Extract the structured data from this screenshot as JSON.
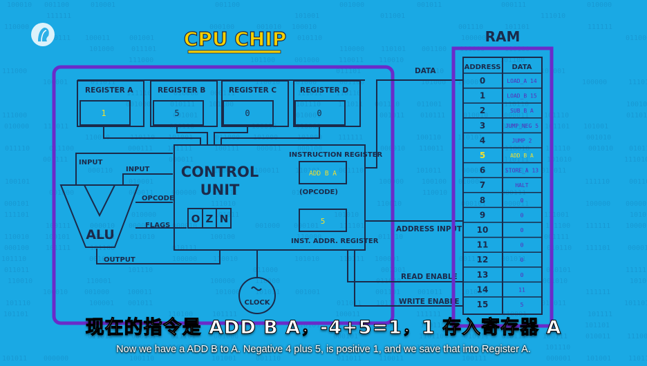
{
  "title": "CPU CHIP",
  "ram_title": "RAM",
  "registers": [
    {
      "label": "REGISTER A",
      "value": "1"
    },
    {
      "label": "REGISTER B",
      "value": "5"
    },
    {
      "label": "REGISTER C",
      "value": "0"
    },
    {
      "label": "REGISTER D",
      "value": "0"
    }
  ],
  "control_unit": {
    "line1": "CONTROL",
    "line2": "UNIT"
  },
  "instruction_register": {
    "label": "INSTRUCTION REGISTER",
    "value": "ADD B A",
    "opcode_label": "(OPCODE)"
  },
  "inst_addr_register": {
    "label": "INST. ADDR. REGISTER",
    "value": "5"
  },
  "flags": [
    "O",
    "Z",
    "N"
  ],
  "alu": {
    "name": "ALU",
    "input1": "INPUT",
    "input2": "INPUT",
    "opcode": "OPCODE",
    "flags": "FLAGS",
    "output": "OUTPUT"
  },
  "clock_label": "CLOCK",
  "bus_labels": {
    "data": "DATA",
    "address_input": "ADDRESS INPUT",
    "read_enable": "READ ENABLE",
    "write_enable": "WRITE ENABLE"
  },
  "ram": {
    "col_address": "ADDRESS",
    "col_data": "DATA",
    "rows": [
      {
        "address": "0",
        "data": "LOAD_A 14"
      },
      {
        "address": "1",
        "data": "LOAD_B 15"
      },
      {
        "address": "2",
        "data": "SUB B A"
      },
      {
        "address": "3",
        "data": "JUMP_NEG 5"
      },
      {
        "address": "4",
        "data": "JUMP 2"
      },
      {
        "address": "5",
        "data": "ADD B A"
      },
      {
        "address": "6",
        "data": "STORE_A 13"
      },
      {
        "address": "7",
        "data": "HALT"
      },
      {
        "address": "8",
        "data": "0"
      },
      {
        "address": "9",
        "data": "0"
      },
      {
        "address": "10",
        "data": "0"
      },
      {
        "address": "11",
        "data": "0"
      },
      {
        "address": "12",
        "data": "0"
      },
      {
        "address": "13",
        "data": "0"
      },
      {
        "address": "14",
        "data": "11"
      },
      {
        "address": "15",
        "data": "5"
      }
    ],
    "highlight_index": 5
  },
  "subtitle_zh": "现在的指令是 ADD B A，-4+5=1，1 存入寄存器 A",
  "subtitle_en": "Now we have a ADD B to A. Negative 4 plus 5, is positive 1, and we save that into Register A.",
  "colors": {
    "background": "#1aa9e4",
    "line": "#1b2a4a",
    "accent_purple": "#6a2bc9",
    "title_yellow": "#f5d000",
    "highlight_yellow": "#f0e030",
    "ram_text": "#5a2bb8"
  }
}
